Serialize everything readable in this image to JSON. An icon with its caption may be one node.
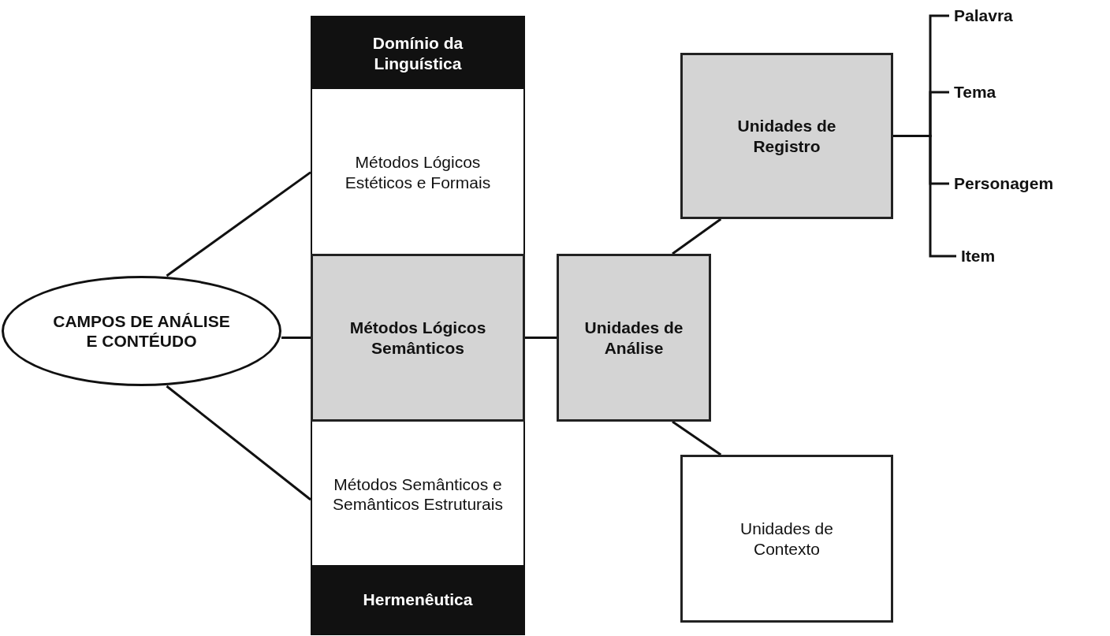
{
  "diagram": {
    "nodes": [
      {
        "text": [
          "CAMPOS DE ANÁLISE E CONTÉUDO"
        ]
      },
      {
        "text": [],
        "shape": "box"
      },
      {
        "text": [
          "Domínio da Linguística"
        ],
        "in": 1
      },
      {
        "text": [
          "Métodos Lógicos Estéticos e Formais"
        ],
        "in": 1
      },
      {
        "text": [
          "Métodos Lógicos Semânticos"
        ],
        "in": 1
      },
      {
        "text": [
          "Métodos Semânticos e Semânticos Estruturais"
        ],
        "in": 1
      },
      {
        "text": [
          "Hermenêutica"
        ],
        "in": 1
      },
      {
        "text": [
          "Unidades de Análise"
        ]
      },
      {
        "text": [
          "Unidades de Registro"
        ]
      },
      {
        "text": [
          "Unidades de Contexto"
        ]
      },
      {
        "text": [
          "Palavra"
        ]
      },
      {
        "text": [
          "Tema"
        ]
      },
      {
        "text": [
          "Personagem"
        ]
      },
      {
        "text": [
          "Item"
        ]
      }
    ],
    "edges": [
      {
        "from": 0,
        "to": 3,
        "arrow": "none"
      },
      {
        "from": 0,
        "to": 4,
        "arrow": "none"
      },
      {
        "from": 0,
        "to": 5,
        "arrow": "none"
      },
      {
        "from": 4,
        "to": 7,
        "arrow": "none"
      },
      {
        "from": 7,
        "to": 8,
        "arrow": "none"
      },
      {
        "from": 7,
        "to": 9,
        "arrow": "none"
      },
      {
        "from": 8,
        "to": 10,
        "arrow": "none"
      },
      {
        "from": 8,
        "to": 11,
        "arrow": "none"
      },
      {
        "from": 8,
        "to": 12,
        "arrow": "none"
      },
      {
        "from": 8,
        "to": 13,
        "arrow": "none"
      }
    ]
  }
}
